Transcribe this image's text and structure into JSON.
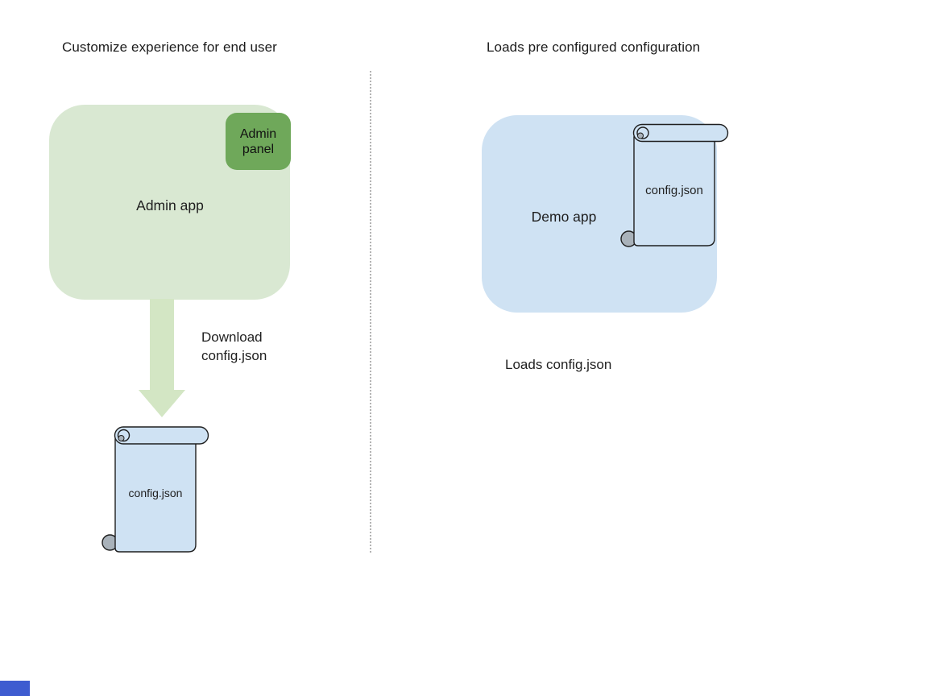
{
  "left_section": {
    "title": "Customize experience for end user",
    "admin_app": {
      "label": "Admin app",
      "fill": "#d9e8d2"
    },
    "admin_panel": {
      "label": "Admin panel",
      "fill": "#6fa85a"
    },
    "download_arrow": {
      "fill": "#d3e6c4"
    },
    "download_label": "Download config.json",
    "config_file": {
      "label": "config.json",
      "fill": "#cfe2f3"
    }
  },
  "right_section": {
    "title": "Loads pre configured configuration",
    "demo_app": {
      "label": "Demo app",
      "fill": "#cfe2f3"
    },
    "config_file": {
      "label": "config.json",
      "fill": "#cfe2f3"
    },
    "caption": "Loads config.json"
  },
  "decor": {
    "divider_color": "#b3b3b3",
    "scroll_stroke": "#1f1f1f",
    "scroll_curl_fill": "#a9b2ba",
    "corner_marker_color": "#3e5cd0"
  }
}
